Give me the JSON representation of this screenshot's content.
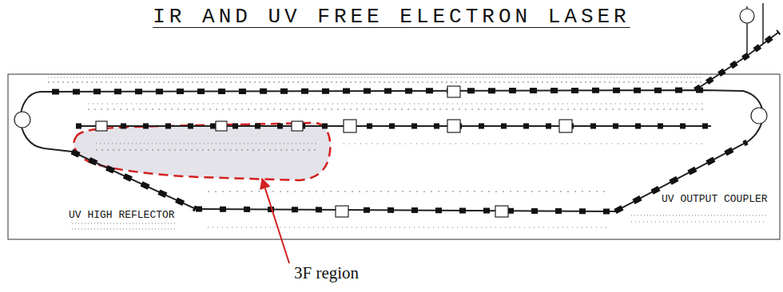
{
  "diagram": {
    "title": "IR AND UV FREE ELECTRON LASER",
    "labels": [
      "UV HIGH REFLECTOR",
      "UV OUTPUT COUPLER",
      "3F region"
    ]
  }
}
